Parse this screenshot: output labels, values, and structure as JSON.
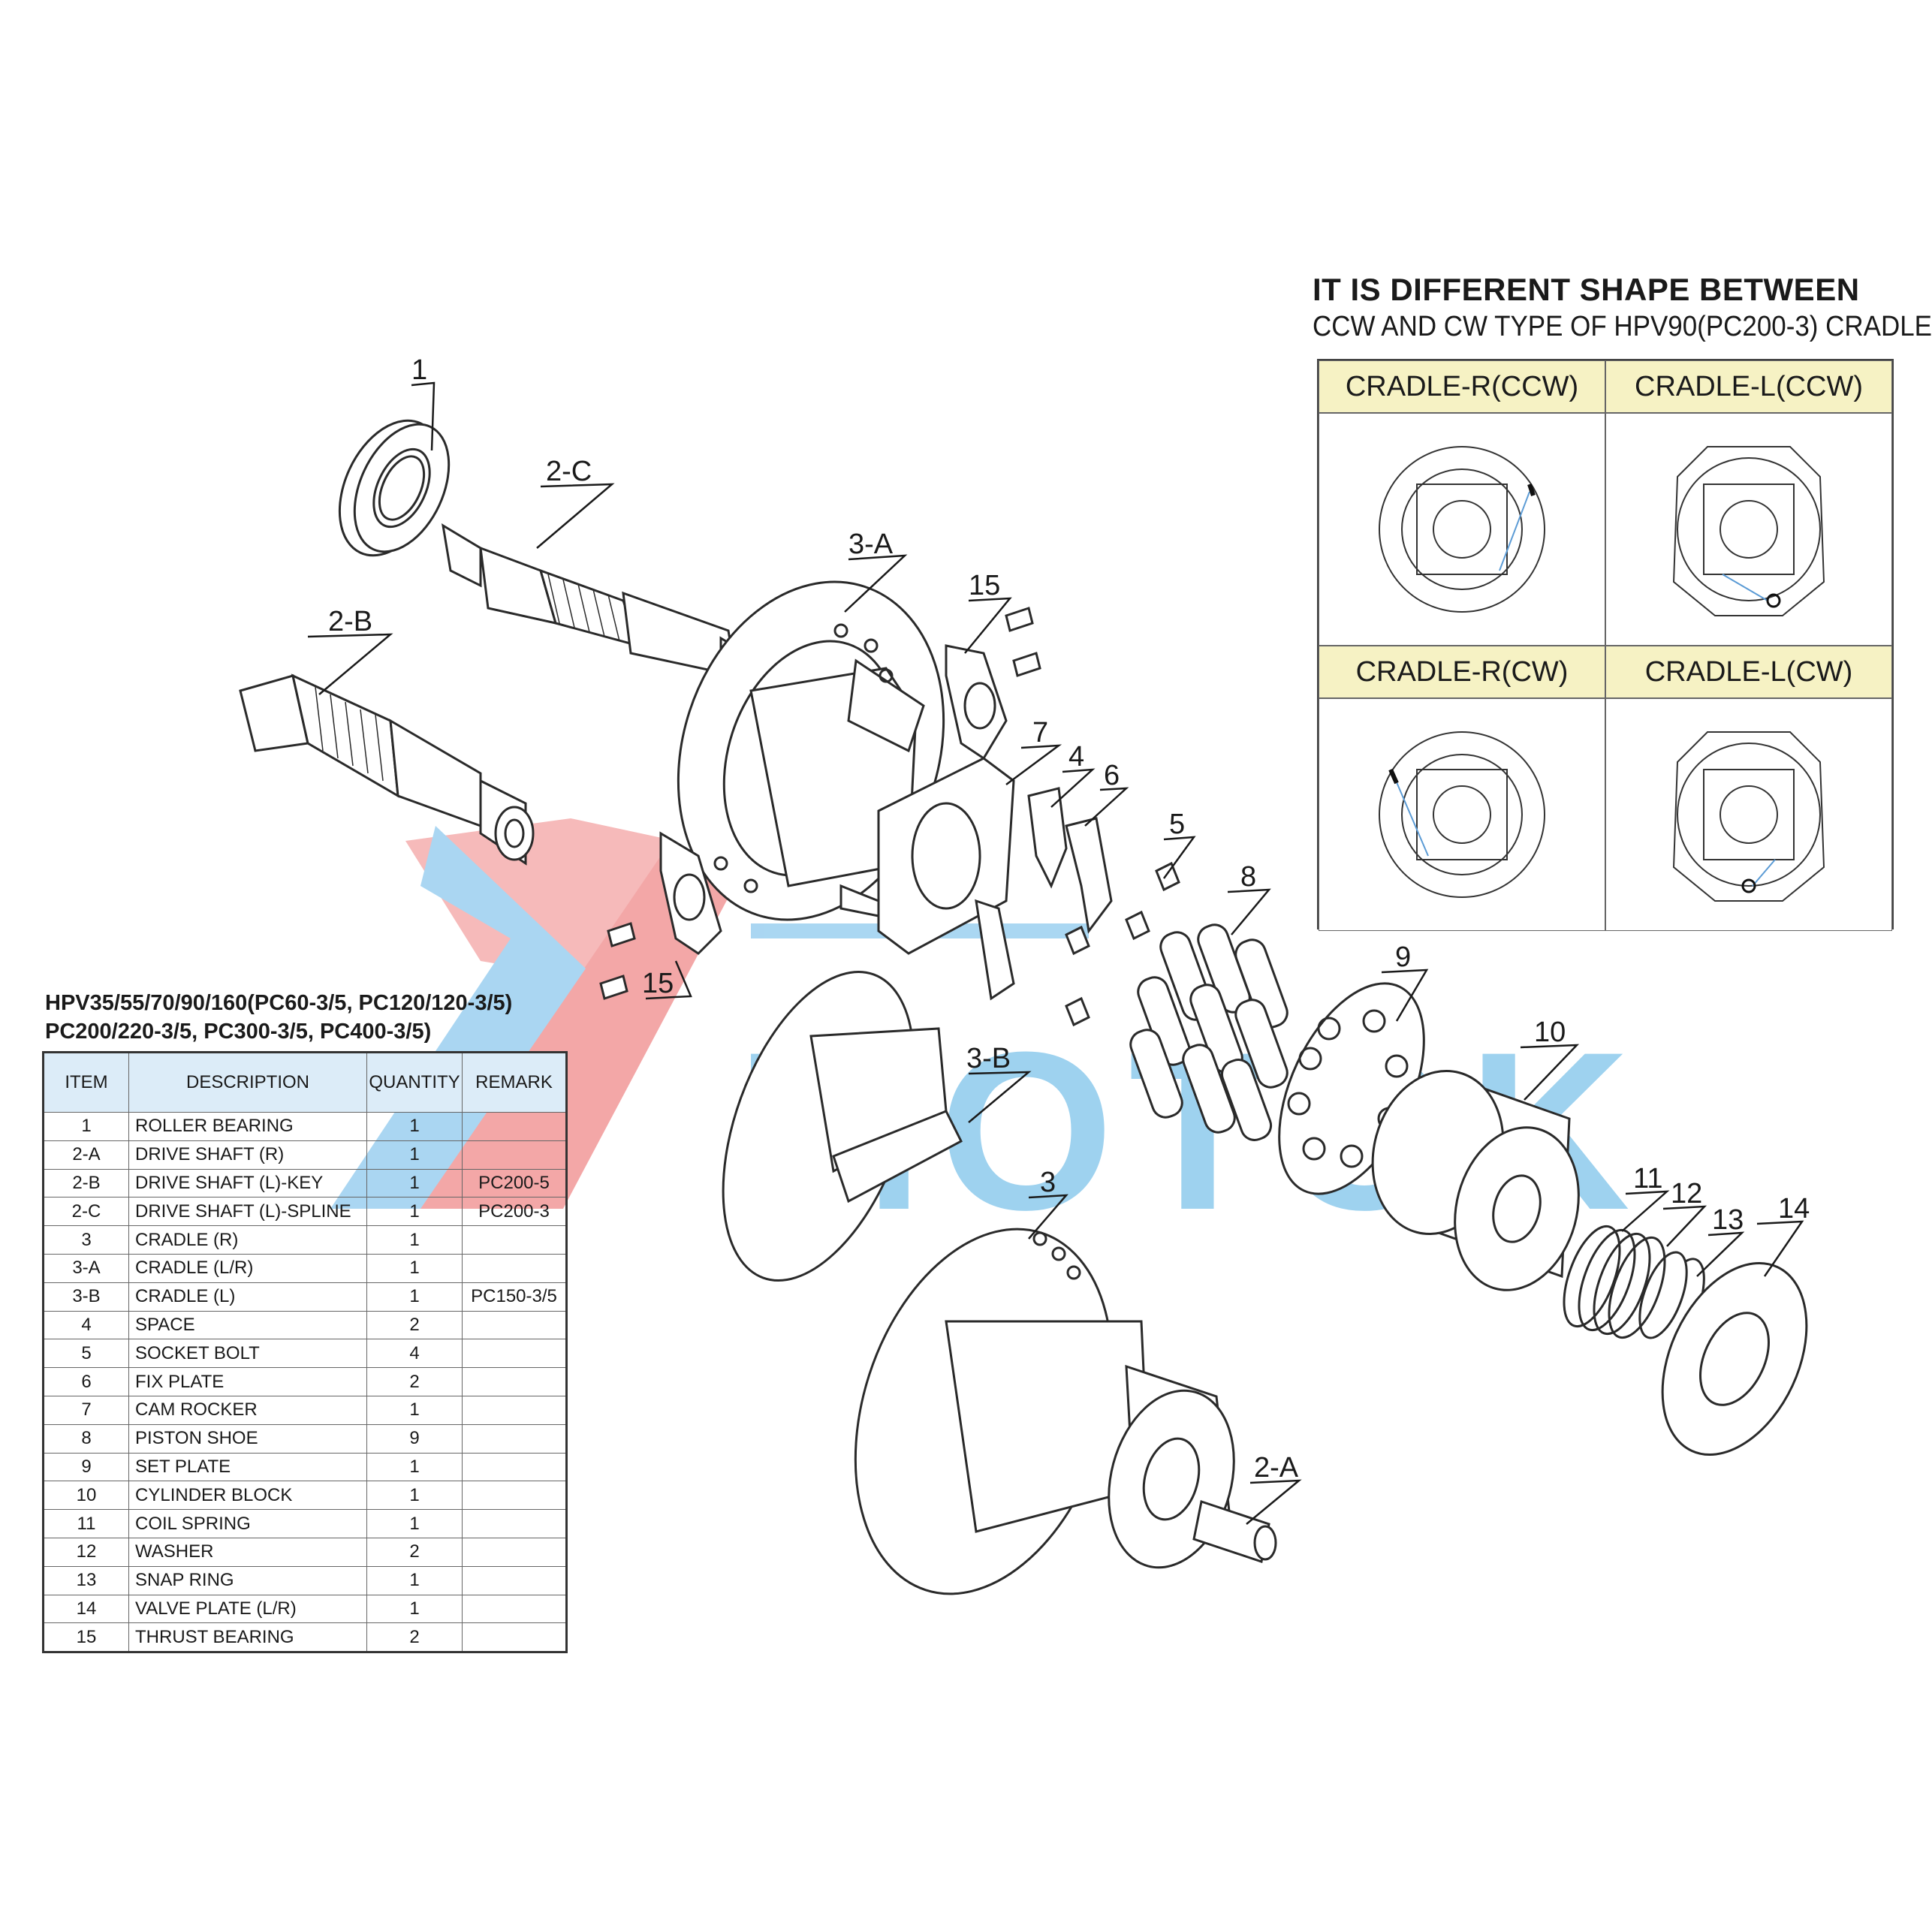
{
  "callouts": {
    "c1": "1",
    "c2c": "2-C",
    "c2b": "2-B",
    "c3a": "3-A",
    "c15a": "15",
    "c15b": "15",
    "c7": "7",
    "c4": "4",
    "c6": "6",
    "c5": "5",
    "c8": "8",
    "c9": "9",
    "c3b": "3-B",
    "c10": "10",
    "c3": "3",
    "c11": "11",
    "c12": "12",
    "c13": "13",
    "c14": "14",
    "c2a": "2-A"
  },
  "watermark": {
    "text": "MOTOK",
    "blue": "#7ec3ea",
    "red": "#f08a8a"
  },
  "note": {
    "title": "IT IS DIFFERENT SHAPE BETWEEN",
    "subtitle": "CCW AND CW TYPE OF HPV90(PC200-3) CRADLE",
    "cradles": [
      "CRADLE-R(CCW)",
      "CRADLE-L(CCW)",
      "CRADLE-R(CW)",
      "CRADLE-L(CW)"
    ]
  },
  "models": {
    "line1": "HPV35/55/70/90/160(PC60-3/5, PC120/120-3/5)",
    "line2": "PC200/220-3/5, PC300-3/5, PC400-3/5)"
  },
  "table": {
    "headers": {
      "item": "ITEM",
      "description": "DESCRIPTION",
      "quantity": "QUANTITY",
      "remark": "REMARK"
    },
    "rows": [
      {
        "item": "1",
        "description": "ROLLER BEARING",
        "quantity": "1",
        "remark": ""
      },
      {
        "item": "2-A",
        "description": "DRIVE SHAFT (R)",
        "quantity": "1",
        "remark": ""
      },
      {
        "item": "2-B",
        "description": "DRIVE SHAFT (L)-KEY",
        "quantity": "1",
        "remark": "PC200-5"
      },
      {
        "item": "2-C",
        "description": "DRIVE SHAFT (L)-SPLINE",
        "quantity": "1",
        "remark": "PC200-3"
      },
      {
        "item": "3",
        "description": "CRADLE (R)",
        "quantity": "1",
        "remark": ""
      },
      {
        "item": "3-A",
        "description": "CRADLE (L/R)",
        "quantity": "1",
        "remark": ""
      },
      {
        "item": "3-B",
        "description": "CRADLE (L)",
        "quantity": "1",
        "remark": "PC150-3/5"
      },
      {
        "item": "4",
        "description": "SPACE",
        "quantity": "2",
        "remark": ""
      },
      {
        "item": "5",
        "description": "SOCKET BOLT",
        "quantity": "4",
        "remark": ""
      },
      {
        "item": "6",
        "description": "FIX PLATE",
        "quantity": "2",
        "remark": ""
      },
      {
        "item": "7",
        "description": "CAM ROCKER",
        "quantity": "1",
        "remark": ""
      },
      {
        "item": "8",
        "description": "PISTON SHOE",
        "quantity": "9",
        "remark": ""
      },
      {
        "item": "9",
        "description": "SET PLATE",
        "quantity": "1",
        "remark": ""
      },
      {
        "item": "10",
        "description": "CYLINDER BLOCK",
        "quantity": "1",
        "remark": ""
      },
      {
        "item": "11",
        "description": "COIL SPRING",
        "quantity": "1",
        "remark": ""
      },
      {
        "item": "12",
        "description": "WASHER",
        "quantity": "2",
        "remark": ""
      },
      {
        "item": "13",
        "description": "SNAP RING",
        "quantity": "1",
        "remark": ""
      },
      {
        "item": "14",
        "description": "VALVE PLATE (L/R)",
        "quantity": "1",
        "remark": ""
      },
      {
        "item": "15",
        "description": "THRUST BEARING",
        "quantity": "2",
        "remark": ""
      }
    ]
  }
}
